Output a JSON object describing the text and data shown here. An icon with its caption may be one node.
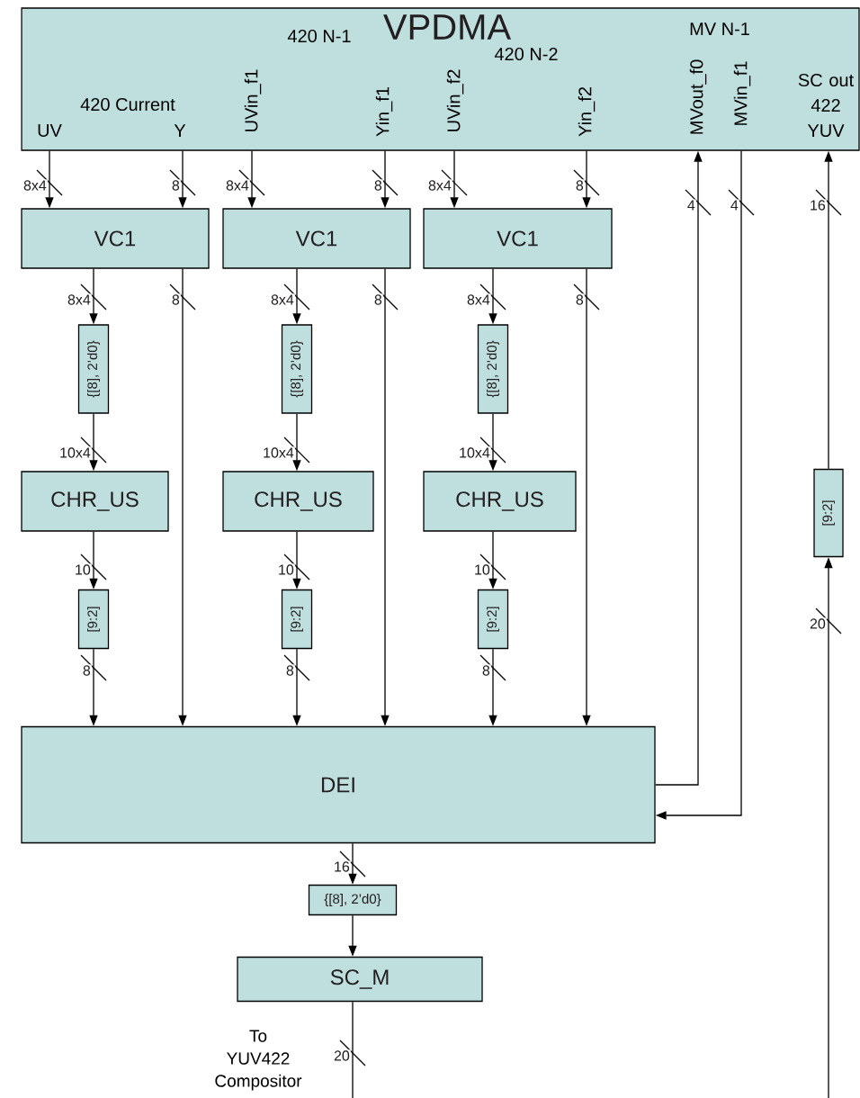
{
  "diagram": {
    "nodes": [
      {
        "text": [
          "VPDMA",
          "420 Current",
          "UV",
          "Y",
          "UVin_f1",
          "420 N-1",
          "Yin_f1",
          "UVin_f2",
          "420 N-2",
          "Yin_f2",
          "MV N-1",
          "MVout_f0",
          "MVin_f1",
          "SC out 422 YUV"
        ]
      },
      {
        "text": [
          "VC1"
        ]
      },
      {
        "text": [
          "VC1"
        ]
      },
      {
        "text": [
          "VC1"
        ]
      },
      {
        "text": [
          "{[8], 2’d0}"
        ]
      },
      {
        "text": [
          "{[8], 2’d0}"
        ]
      },
      {
        "text": [
          "{[8], 2’d0}"
        ]
      },
      {
        "text": [
          "CHR_US"
        ]
      },
      {
        "text": [
          "CHR_US"
        ]
      },
      {
        "text": [
          "CHR_US"
        ]
      },
      {
        "text": [
          "[9:2]"
        ]
      },
      {
        "text": [
          "[9:2]"
        ]
      },
      {
        "text": [
          "[9:2]"
        ]
      },
      {
        "text": [
          "DEI"
        ]
      },
      {
        "text": [
          "{[8], 2’d0}"
        ]
      },
      {
        "text": [
          "SC_M"
        ]
      },
      {
        "text": [
          "[9:2]"
        ]
      }
    ],
    "edges": [
      {
        "from": 0,
        "to": 1,
        "arrow": "to",
        "label": "8x4"
      },
      {
        "from": 0,
        "to": 1,
        "arrow": "to",
        "label": "8"
      },
      {
        "from": 0,
        "to": 2,
        "arrow": "to",
        "label": "8x4"
      },
      {
        "from": 0,
        "to": 2,
        "arrow": "to",
        "label": "8"
      },
      {
        "from": 0,
        "to": 3,
        "arrow": "to",
        "label": "8x4"
      },
      {
        "from": 0,
        "to": 3,
        "arrow": "to",
        "label": "8"
      },
      {
        "from": 1,
        "to": 4,
        "arrow": "to",
        "label": "8x4"
      },
      {
        "from": 2,
        "to": 5,
        "arrow": "to",
        "label": "8x4"
      },
      {
        "from": 3,
        "to": 6,
        "arrow": "to",
        "label": "8x4"
      },
      {
        "from": 1,
        "to": 13,
        "arrow": "to",
        "label": "8"
      },
      {
        "from": 2,
        "to": 13,
        "arrow": "to",
        "label": "8"
      },
      {
        "from": 3,
        "to": 13,
        "arrow": "to",
        "label": "8"
      },
      {
        "from": 4,
        "to": 7,
        "arrow": "to",
        "label": "10x4"
      },
      {
        "from": 5,
        "to": 8,
        "arrow": "to",
        "label": "10x4"
      },
      {
        "from": 6,
        "to": 9,
        "arrow": "to",
        "label": "10x4"
      },
      {
        "from": 7,
        "to": 10,
        "arrow": "to",
        "label": "10"
      },
      {
        "from": 8,
        "to": 11,
        "arrow": "to",
        "label": "10"
      },
      {
        "from": 9,
        "to": 12,
        "arrow": "to",
        "label": "10"
      },
      {
        "from": 10,
        "to": 13,
        "arrow": "to",
        "label": "8"
      },
      {
        "from": 11,
        "to": 13,
        "arrow": "to",
        "label": "8"
      },
      {
        "from": 12,
        "to": 13,
        "arrow": "to",
        "label": "8"
      },
      {
        "from": 13,
        "to": 0,
        "arrow": "to",
        "label": "4"
      },
      {
        "from": 0,
        "to": 13,
        "arrow": "to",
        "label": "4"
      },
      {
        "from": 16,
        "to": 0,
        "arrow": "to",
        "label": "16"
      },
      {
        "from": null,
        "to": 16,
        "arrow": "to",
        "label": "20"
      },
      {
        "from": 13,
        "to": 14,
        "arrow": "to",
        "label": "16"
      },
      {
        "from": 14,
        "to": 15,
        "arrow": "to"
      },
      {
        "from": 15,
        "to": null,
        "arrow": "none",
        "label": "20"
      }
    ],
    "labels": [
      "To YUV422 Compositor"
    ]
  }
}
